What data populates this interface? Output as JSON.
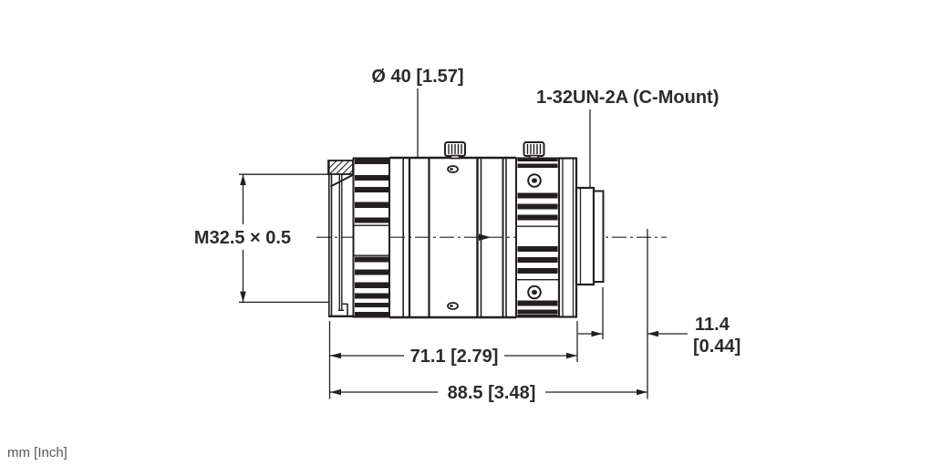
{
  "drawing": {
    "units_note": "mm [Inch]",
    "labels": {
      "outer_diameter": "Ø 40 [1.57]",
      "mount_thread": "1-32UN-2A (C-Mount)",
      "filter_thread": "M32.5 × 0.5"
    },
    "dimensions": {
      "body_length": "71.1 [2.79]",
      "total_length": "88.5 [3.48]",
      "mount_length_mm": "11.4",
      "mount_length_inch": "[0.44]"
    },
    "colors": {
      "line": "#231f20",
      "text": "#2d2a2e",
      "muted_text": "#58595b",
      "background": "#ffffff"
    }
  }
}
